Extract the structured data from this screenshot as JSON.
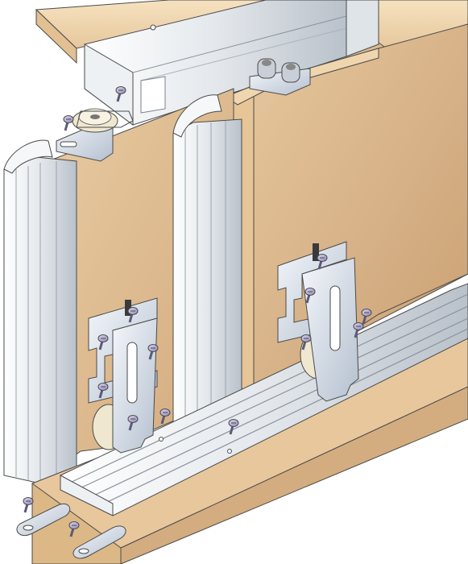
{
  "illustration": {
    "subject": "",
    "colors": {
      "wood_light": "#f1d7b0",
      "wood_mid": "#d9b48a",
      "wood_dark": "#c49a6c",
      "edge_wood": "#e8c79c",
      "aluminum_light": "#f3f5f7",
      "aluminum_mid": "#d5dbe2",
      "aluminum_dark": "#a9b3bd",
      "steel": "#dfe5ee",
      "steel_shadow": "#aeb8c6",
      "screw_head": "#b9b1d6",
      "screw_shadow": "#5c5a7a",
      "wheel": "#efe7cf",
      "outline": "#4a4a4a"
    },
    "components": [
      {
        "name": "top-wood-beam",
        "icon": "wood-beam-icon"
      },
      {
        "name": "upper-guide-track",
        "icon": "aluminum-channel-icon"
      },
      {
        "name": "sliding-door-front",
        "icon": "door-panel-icon"
      },
      {
        "name": "sliding-door-rear",
        "icon": "door-panel-icon"
      },
      {
        "name": "door-edge-profile",
        "icon": "aluminum-profile-icon"
      },
      {
        "name": "top-guide-roller",
        "icon": "roller-icon"
      },
      {
        "name": "bottom-roller-carriage",
        "icon": "carriage-icon"
      },
      {
        "name": "bottom-track",
        "icon": "rail-icon"
      },
      {
        "name": "bottom-wood-base",
        "icon": "wood-beam-icon"
      },
      {
        "name": "floor-clip",
        "icon": "clip-icon"
      },
      {
        "name": "wood-screw",
        "icon": "screw-icon"
      }
    ]
  }
}
